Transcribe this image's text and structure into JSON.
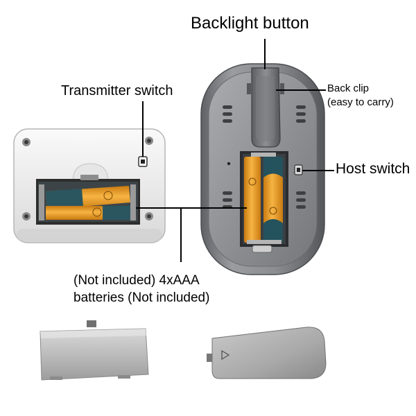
{
  "labels": {
    "backlight_button": "Backlight button",
    "transmitter_switch": "Transmitter switch",
    "back_clip_line1": "Back clip",
    "back_clip_line2": "(easy to carry)",
    "host_switch": "Host switch",
    "batteries_line1": "(Not included) 4xAAA",
    "batteries_line2": "batteries (Not included)"
  },
  "colors": {
    "background": "#ffffff",
    "host_body": "#8e9094",
    "transmitter_body": "#f2f2f2",
    "battery_cover": "#c6c6c6",
    "battery_orange": "#f0a02a",
    "battery_teal": "#1f4f5a"
  }
}
